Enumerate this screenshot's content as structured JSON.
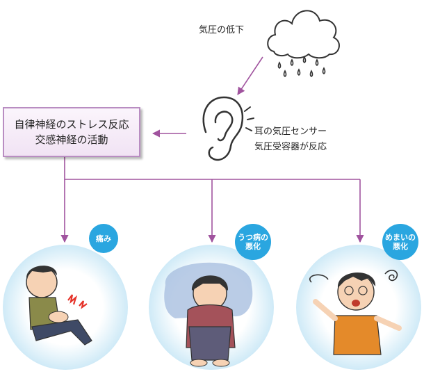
{
  "diagram": {
    "cloud_label": "気圧の低下",
    "ear_label_line1": "耳の気圧センサー",
    "ear_label_line2": "気圧受容器が反応",
    "box_line1": "自律神経のストレス反応",
    "box_line2": "交感神経の活動",
    "outcomes": [
      {
        "badge_line1": "痛み",
        "badge_line2": "",
        "illustration": "knee-pain-person-icon"
      },
      {
        "badge_line1": "うつ病の",
        "badge_line2": "悪化",
        "illustration": "depressed-child-icon"
      },
      {
        "badge_line1": "めまいの",
        "badge_line2": "悪化",
        "illustration": "dizzy-child-icon"
      }
    ],
    "colors": {
      "arrow": "#a0539e",
      "badge": "#2aa6e0",
      "box_border": "#b98dc2"
    }
  }
}
